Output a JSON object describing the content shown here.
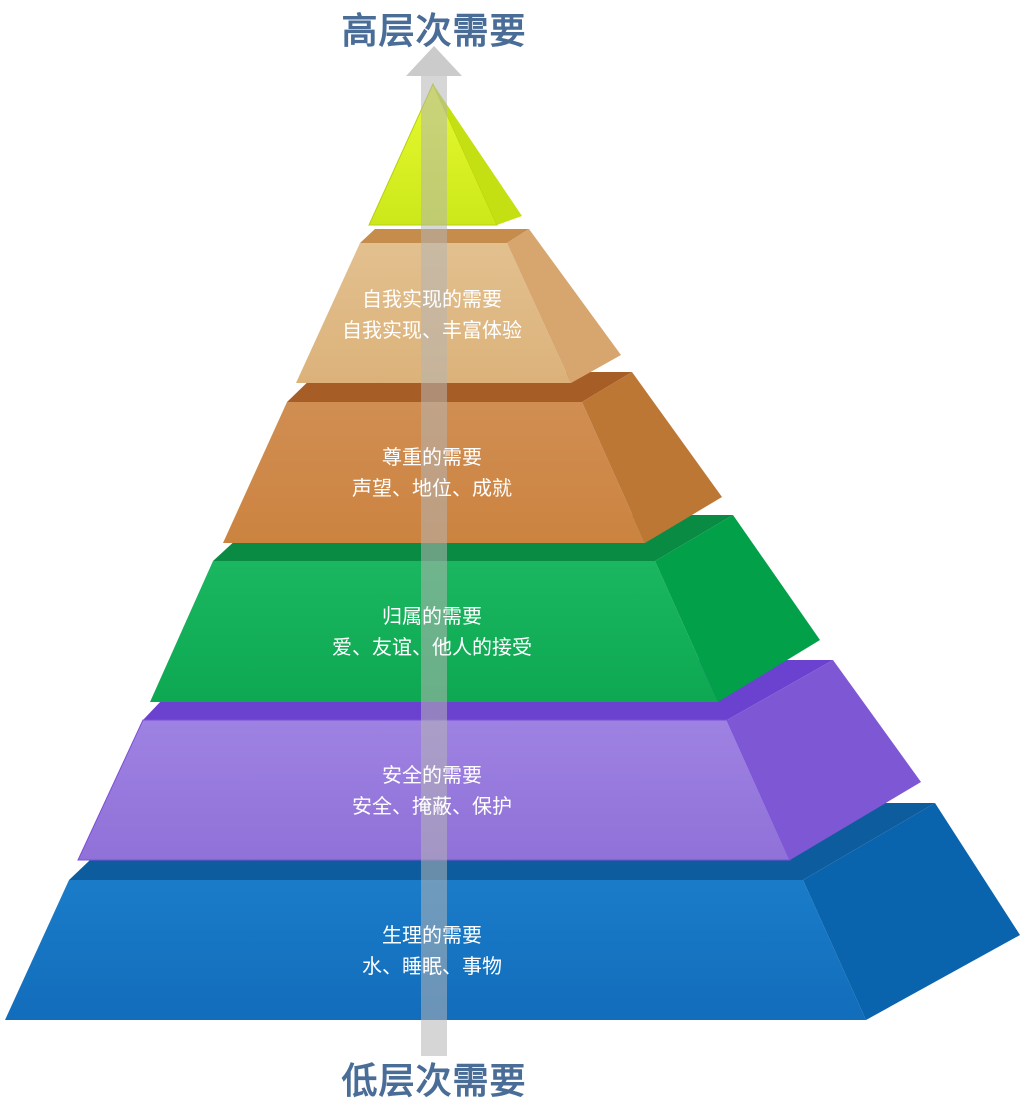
{
  "axis": {
    "top_label": "高层次需要",
    "bottom_label": "低层次需要",
    "arrow_color": "#c8c8c8"
  },
  "pyramid": {
    "apex": {
      "color": "#d4f21a"
    },
    "levels": [
      {
        "title": "自我实现的需要",
        "detail": "自我实现、丰富体验",
        "color": "#e1bb88"
      },
      {
        "title": "尊重的需要",
        "detail": "声望、地位、成就",
        "color": "#d18c4c"
      },
      {
        "title": "归属的需要",
        "detail": "爱、友谊、他人的接受",
        "color": "#14b259"
      },
      {
        "title": "安全的需要",
        "detail": "安全、掩蔽、保护",
        "color": "#9c7fe0"
      },
      {
        "title": "生理的需要",
        "detail": "水、睡眠、事物",
        "color": "#1678c6"
      }
    ]
  }
}
